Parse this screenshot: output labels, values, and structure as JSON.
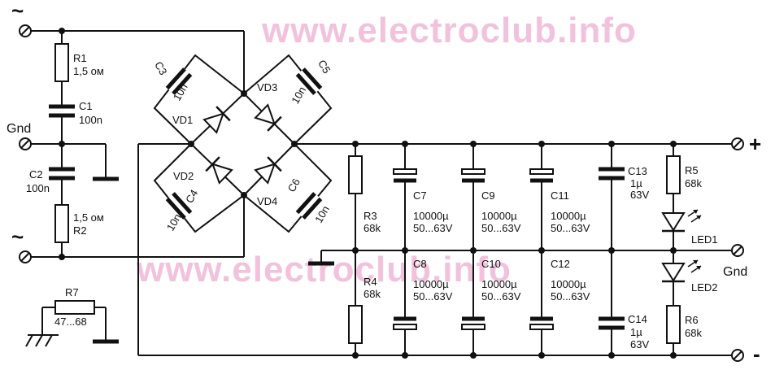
{
  "watermark": "www.electroclub.info",
  "terminals": {
    "ac_top": "~",
    "ac_bottom": "~",
    "gnd_left": "Gnd",
    "plus": "+",
    "minus": "-",
    "gnd_right": "Gnd"
  },
  "components": {
    "R1": {
      "ref": "R1",
      "value": "1,5 ом"
    },
    "C1": {
      "ref": "C1",
      "value": "100n"
    },
    "C2": {
      "ref": "C2",
      "value": "100n"
    },
    "R2": {
      "ref": "R2",
      "value": "1,5 ом"
    },
    "C3": {
      "ref": "C3",
      "value": "10n"
    },
    "C4": {
      "ref": "C4",
      "value": "10n"
    },
    "C5": {
      "ref": "C5",
      "value": "10n"
    },
    "C6": {
      "ref": "C6",
      "value": "10n"
    },
    "VD1": {
      "ref": "VD1"
    },
    "VD2": {
      "ref": "VD2"
    },
    "VD3": {
      "ref": "VD3"
    },
    "VD4": {
      "ref": "VD4"
    },
    "R3": {
      "ref": "R3",
      "value": "68k"
    },
    "R4": {
      "ref": "R4",
      "value": "68k"
    },
    "C7": {
      "ref": "C7",
      "value": "10000µ",
      "voltage": "50...63V"
    },
    "C8": {
      "ref": "C8",
      "value": "10000µ",
      "voltage": "50...63V"
    },
    "C9": {
      "ref": "C9",
      "value": "10000µ",
      "voltage": "50...63V"
    },
    "C10": {
      "ref": "C10",
      "value": "10000µ",
      "voltage": "50...63V"
    },
    "C11": {
      "ref": "C11",
      "value": "10000µ",
      "voltage": "50...63V"
    },
    "C12": {
      "ref": "C12",
      "value": "10000µ",
      "voltage": "50...63V"
    },
    "C13": {
      "ref": "C13",
      "value": "1µ",
      "voltage": "63V"
    },
    "C14": {
      "ref": "C14",
      "value": "1µ",
      "voltage": "63V"
    },
    "R5": {
      "ref": "R5",
      "value": "68k"
    },
    "R6": {
      "ref": "R6",
      "value": "68k"
    },
    "LED1": {
      "ref": "LED1"
    },
    "LED2": {
      "ref": "LED2"
    },
    "R7": {
      "ref": "R7",
      "value": "47...68"
    }
  }
}
